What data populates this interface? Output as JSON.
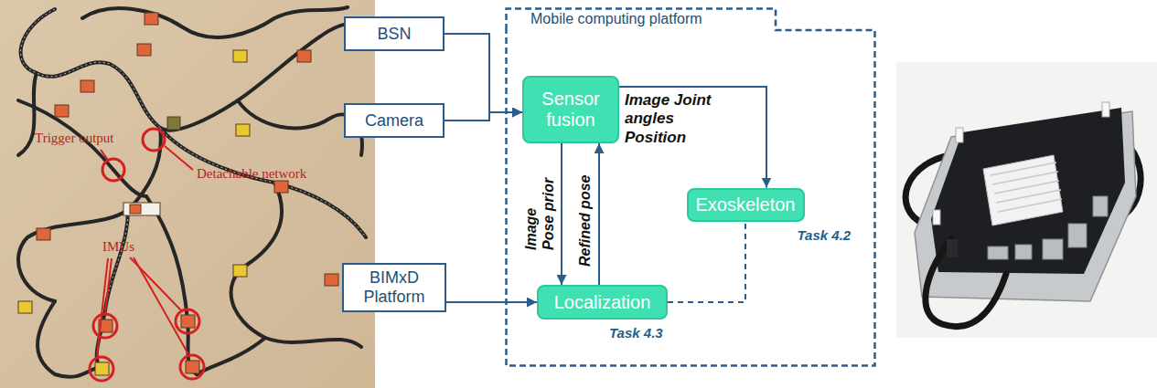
{
  "diagram": {
    "nodes": [
      {
        "text": [
          "BSN"
        ]
      },
      {
        "text": [
          "Camera"
        ]
      },
      {
        "text": [
          "BIMxD Platform"
        ]
      },
      {
        "text": [
          "Mobile computing platform"
        ]
      },
      {
        "text": [
          "Sensor fusion"
        ],
        "in": 3
      },
      {
        "text": [
          "Exoskeleton",
          "Task 4.2"
        ],
        "in": 3
      },
      {
        "text": [
          "Localization",
          "Task 4.3"
        ],
        "in": 3
      }
    ],
    "edges": [
      {
        "from": 0,
        "to": 4,
        "arrow": "to"
      },
      {
        "from": 1,
        "to": 4,
        "arrow": "to"
      },
      {
        "from": 4,
        "to": 5,
        "label": "Image Joint angles Position",
        "arrow": "to"
      },
      {
        "from": 4,
        "to": 6,
        "label": "Image Pose prior",
        "arrow": "to"
      },
      {
        "from": 6,
        "to": 4,
        "label": "Refined pose",
        "arrow": "to"
      },
      {
        "from": 2,
        "to": 6,
        "arrow": "to"
      },
      {
        "from": 6,
        "to": 5,
        "arrow": "none"
      }
    ],
    "labels": [
      "Detachable network",
      "Trigger output",
      "IMUs"
    ]
  }
}
